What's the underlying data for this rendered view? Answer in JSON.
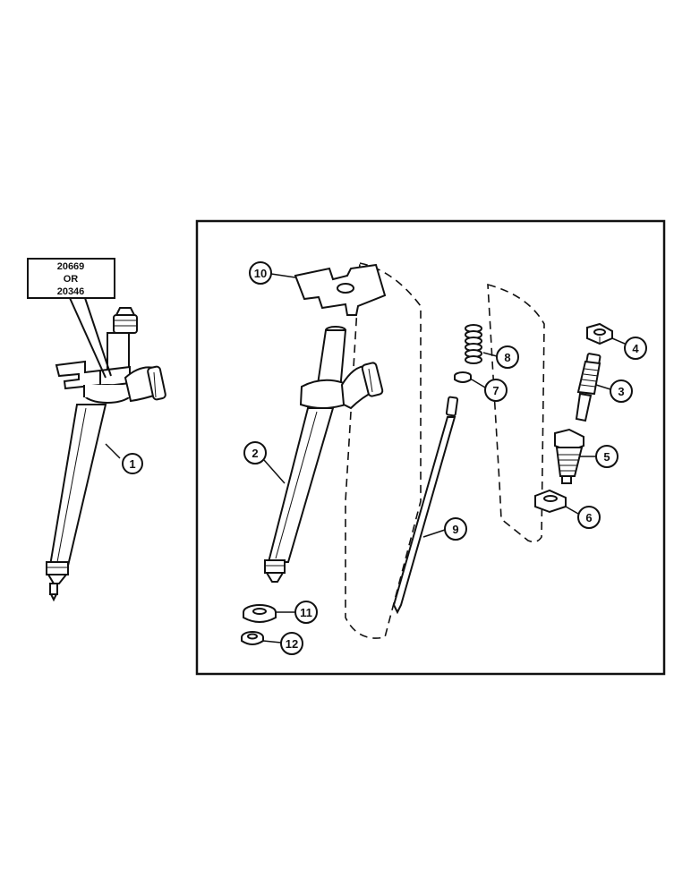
{
  "part_number_tag": {
    "line1": "20669",
    "line2": "OR",
    "line3": "20346"
  },
  "callouts": {
    "c1": "1",
    "c2": "2",
    "c3": "3",
    "c4": "4",
    "c5": "5",
    "c6": "6",
    "c7": "7",
    "c8": "8",
    "c9": "9",
    "c10": "10",
    "c11": "11",
    "c12": "12"
  }
}
